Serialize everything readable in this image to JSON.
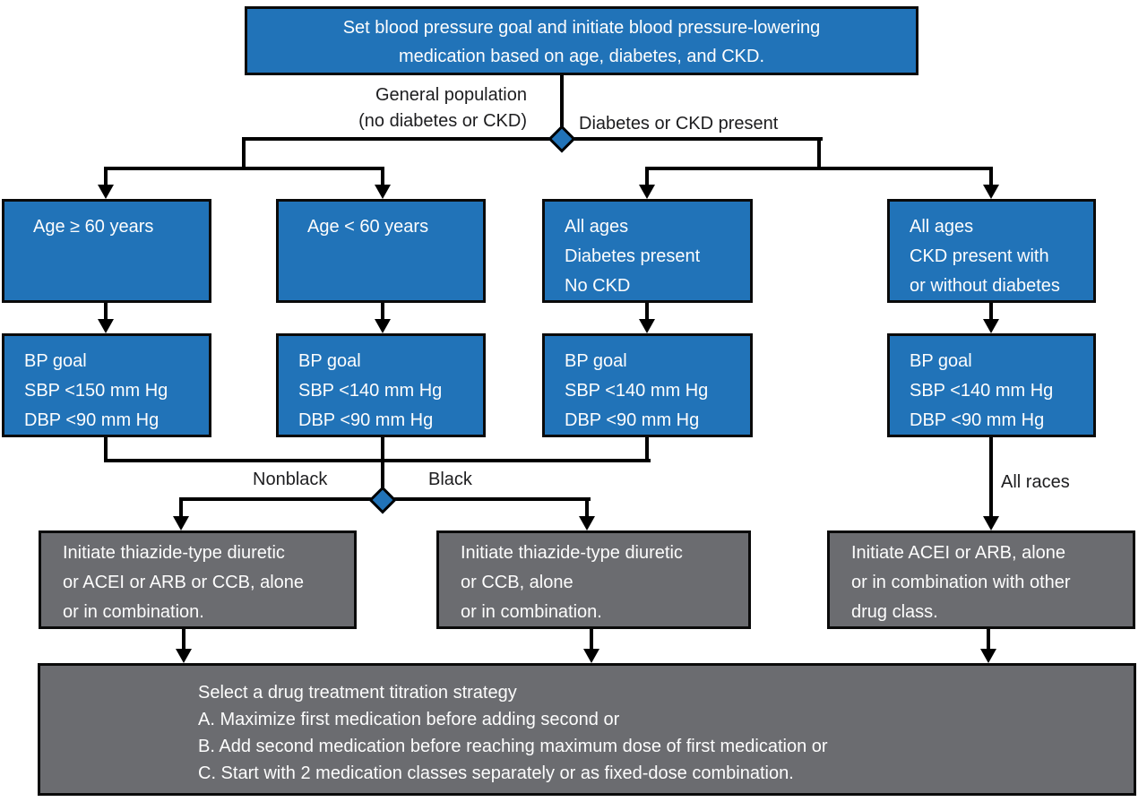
{
  "colors": {
    "node_blue": "#2173b8",
    "node_gray": "#6b6c70",
    "node_border": "#0a0a0a",
    "connector": "#000000",
    "node_text": "#fdfdfd",
    "label_text": "#1d1d1f",
    "background": "#ffffff"
  },
  "diagram": {
    "root_box": {
      "lines": [
        "Set blood pressure goal and initiate blood pressure-lowering",
        "medication based on age, diabetes, and CKD."
      ]
    },
    "decision1": {
      "left_label_line1": "General population",
      "left_label_line2": "(no diabetes or CKD)",
      "right_label": "Diabetes or CKD present"
    },
    "population_boxes": [
      {
        "lines": [
          "Age ≥ 60 years"
        ]
      },
      {
        "lines": [
          "Age < 60 years"
        ]
      },
      {
        "lines": [
          "All ages",
          "Diabetes present",
          "No CKD"
        ]
      },
      {
        "lines": [
          "All ages",
          "CKD present with",
          "or without diabetes"
        ]
      }
    ],
    "bp_goal_boxes": [
      {
        "lines": [
          "BP goal",
          "SBP <150 mm Hg",
          "DBP <90 mm Hg"
        ]
      },
      {
        "lines": [
          "BP goal",
          "SBP <140 mm Hg",
          "DBP <90 mm Hg"
        ]
      },
      {
        "lines": [
          "BP goal",
          "SBP <140 mm Hg",
          "DBP <90 mm Hg"
        ]
      },
      {
        "lines": [
          "BP goal",
          "SBP <140 mm Hg",
          "DBP <90 mm Hg"
        ]
      }
    ],
    "decision2": {
      "left_label": "Nonblack",
      "right_label": "Black",
      "all_races_label": "All races"
    },
    "treatment_boxes": [
      {
        "lines": [
          "Initiate thiazide-type diuretic",
          "or ACEI or ARB or CCB, alone",
          "or in combination."
        ]
      },
      {
        "lines": [
          "Initiate thiazide-type diuretic",
          "or CCB, alone",
          "or in combination."
        ]
      },
      {
        "lines": [
          "Initiate ACEI or ARB, alone",
          "or in combination with other",
          "drug class."
        ]
      }
    ],
    "titration_box": {
      "lines": [
        "Select a drug treatment titration strategy",
        "A. Maximize first medication before adding second or",
        "B. Add second medication before reaching maximum dose of first medication or",
        "C. Start with 2 medication classes separately or as fixed-dose combination."
      ]
    }
  }
}
